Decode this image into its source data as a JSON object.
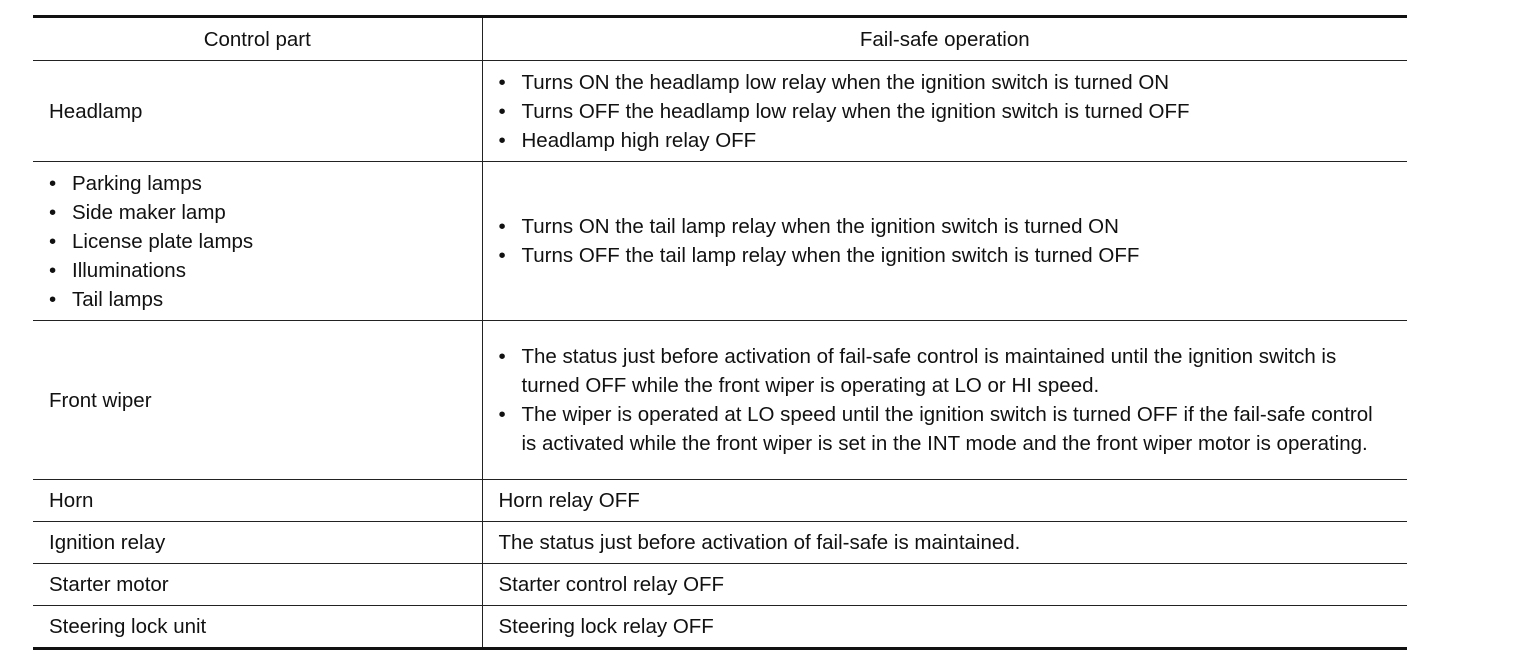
{
  "table": {
    "headers": {
      "control_part": "Control part",
      "fail_safe_operation": "Fail-safe operation"
    },
    "rows": [
      {
        "control_part": [
          "Headlamp"
        ],
        "operation": [
          "Turns ON the headlamp low relay when the ignition switch is turned ON",
          "Turns OFF the headlamp low relay when the ignition switch is turned OFF",
          "Headlamp high relay OFF"
        ]
      },
      {
        "control_part": [
          "Parking lamps",
          "Side maker lamp",
          "License plate lamps",
          "Illuminations",
          "Tail lamps"
        ],
        "operation": [
          "Turns ON the tail lamp relay when the ignition switch is turned ON",
          "Turns OFF the tail lamp relay when the ignition switch is turned OFF"
        ]
      },
      {
        "control_part": [
          "Front wiper"
        ],
        "operation": [
          "The status just before activation of fail-safe control is maintained until the ignition switch is turned OFF while the front wiper is operating at LO or HI speed.",
          "The wiper is operated at LO speed until the ignition switch is turned OFF if the fail-safe control is activated while the front wiper is set in the INT mode and the front wiper motor is operating."
        ]
      },
      {
        "control_part": [
          "Horn"
        ],
        "operation": [
          "Horn relay OFF"
        ]
      },
      {
        "control_part": [
          "Ignition relay"
        ],
        "operation": [
          "The status just before activation of fail-safe is maintained."
        ]
      },
      {
        "control_part": [
          "Starter motor"
        ],
        "operation": [
          "Starter control relay OFF"
        ]
      },
      {
        "control_part": [
          "Steering lock unit"
        ],
        "operation": [
          "Steering lock relay OFF"
        ]
      }
    ],
    "bullet_glyph": "•"
  }
}
